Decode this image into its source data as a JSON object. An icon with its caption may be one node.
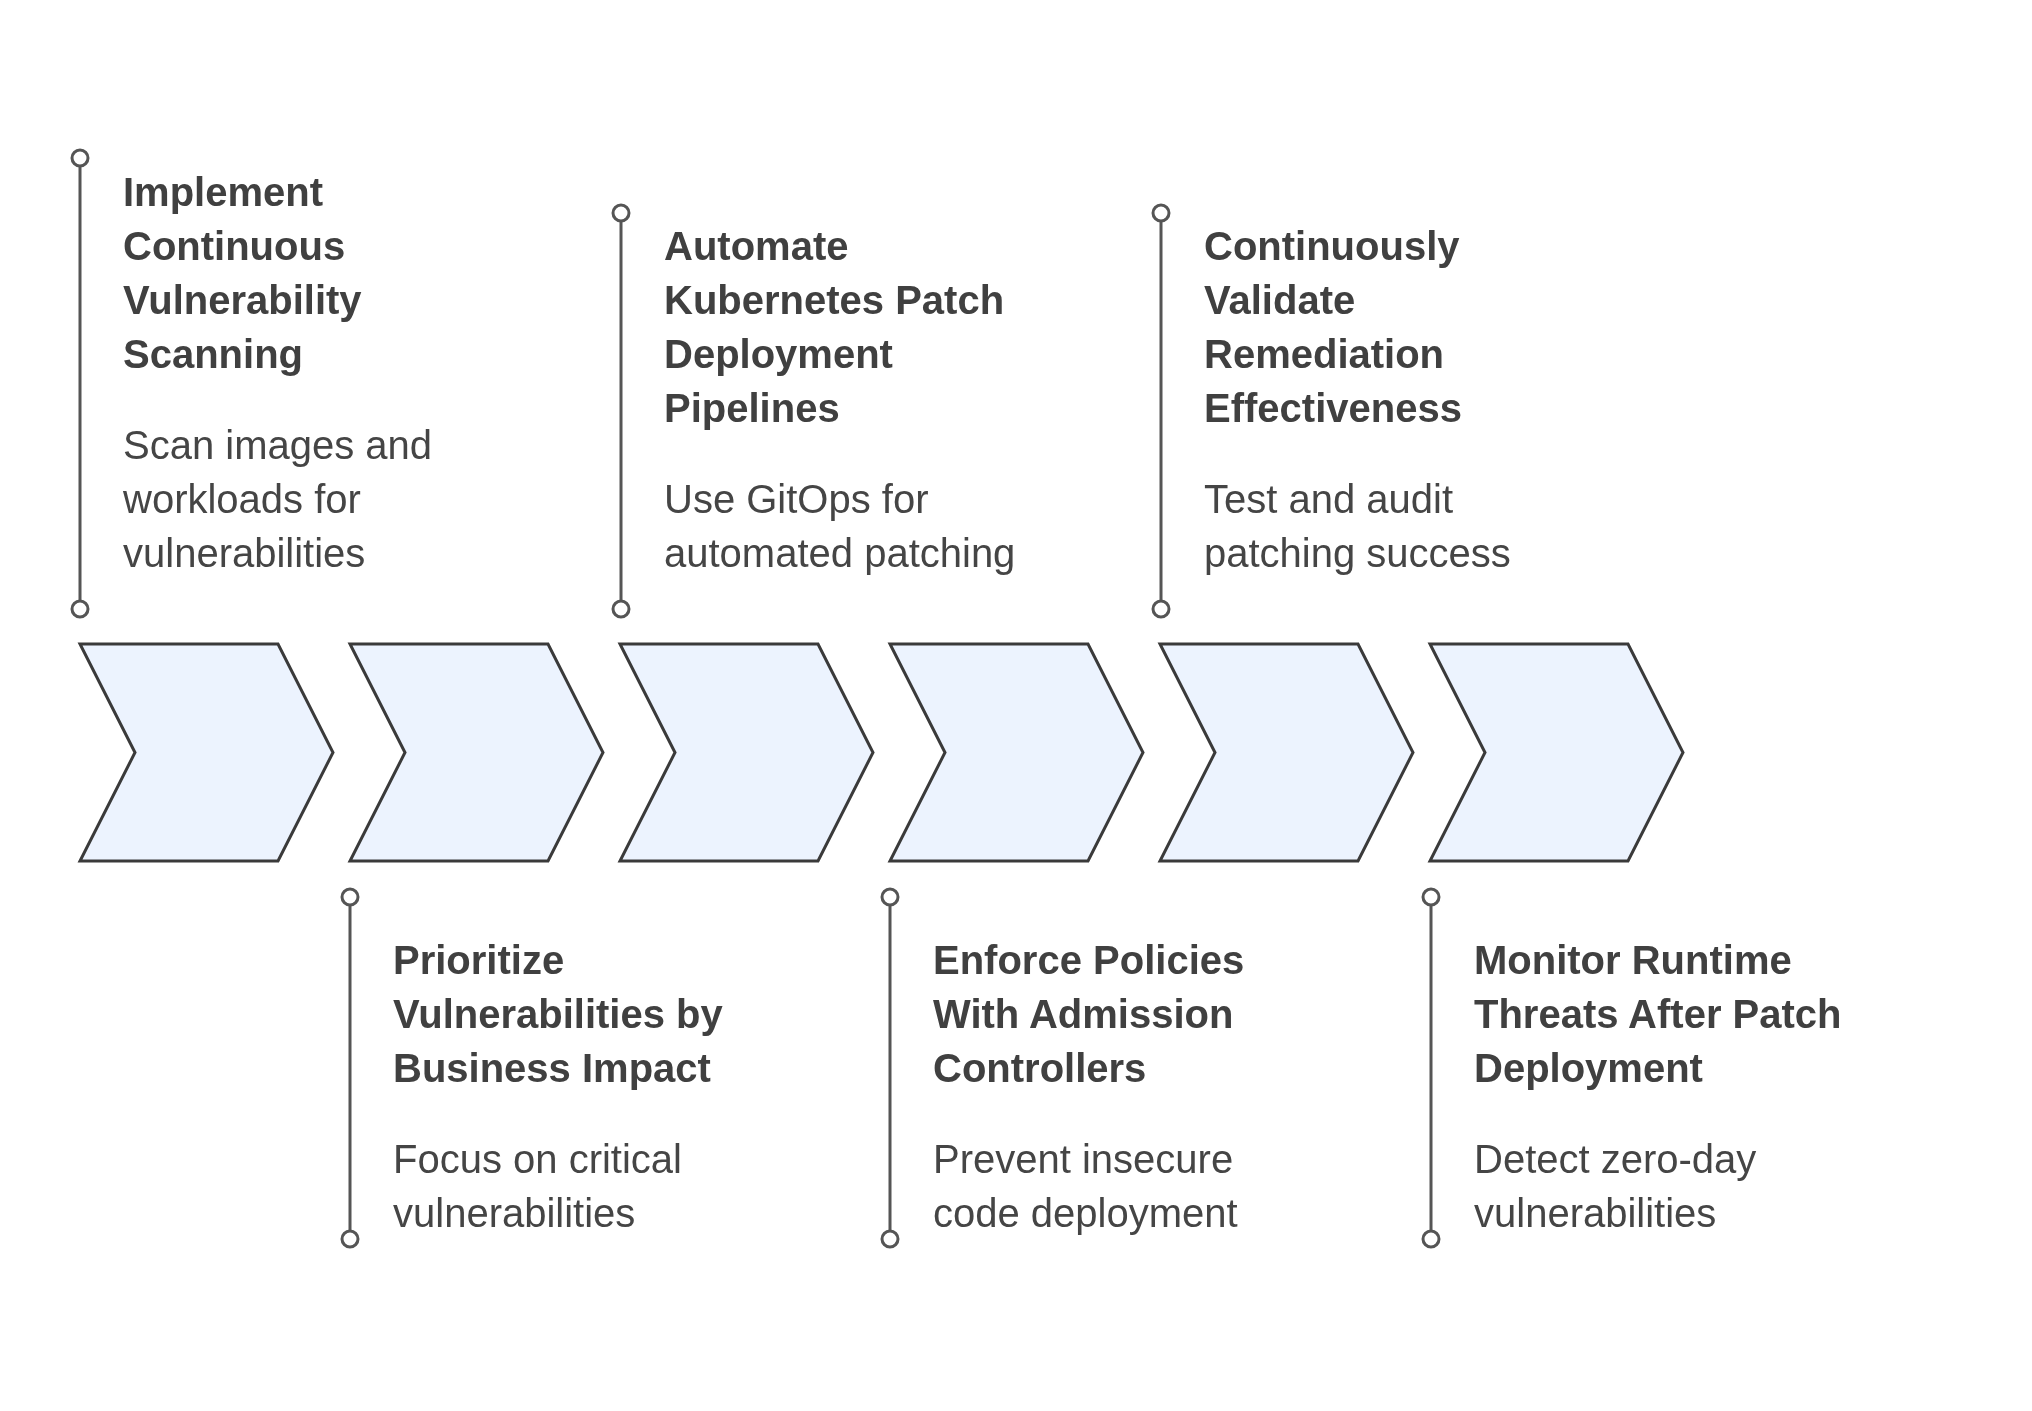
{
  "diagram": {
    "nodes": [
      {
        "text": [
          "Implement Continuous Vulnerability Scanning",
          "Scan images and workloads for vulnerabilities"
        ]
      },
      {
        "text": [
          "Automate Kubernetes Patch Deployment Pipelines",
          "Use GitOps for automated patching"
        ]
      },
      {
        "text": [
          "Continuously Validate Remediation Effectiveness",
          "Test and audit patching success"
        ]
      },
      {
        "text": [],
        "shape": "chevron"
      },
      {
        "text": [],
        "shape": "chevron"
      },
      {
        "text": [],
        "shape": "chevron"
      },
      {
        "text": [],
        "shape": "chevron"
      },
      {
        "text": [],
        "shape": "chevron"
      },
      {
        "text": [],
        "shape": "chevron"
      },
      {
        "text": [
          "Prioritize Vulnerabilities by Business Impact",
          "Focus on critical vulnerabilities"
        ]
      },
      {
        "text": [
          "Enforce Policies With Admission Controllers",
          "Prevent insecure code deployment"
        ]
      },
      {
        "text": [
          "Monitor Runtime Threats After Patch Deployment",
          "Detect zero-day vulnerabilities"
        ]
      }
    ]
  }
}
